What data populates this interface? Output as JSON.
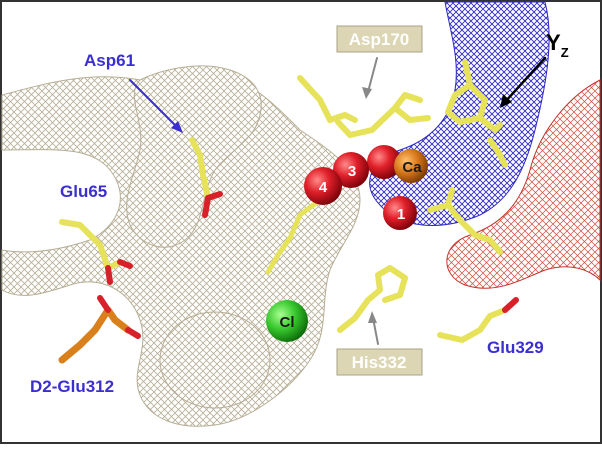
{
  "labels": {
    "asp61": "Asp61",
    "glu65": "Glu65",
    "d2_glu312": "D2-Glu312",
    "asp170": "Asp170",
    "yz_main": "Y",
    "yz_sub": "Z",
    "his332": "His332",
    "glu329": "Glu329"
  },
  "atoms": {
    "o4": "4",
    "o3": "3",
    "o1": "1",
    "ca": "Ca",
    "cl": "Cl"
  },
  "colors": {
    "label_blue": "#3b2fd0",
    "label_box": "#dcd6b4",
    "stick_yellow": "#e6e25a",
    "stick_orange": "#d9801c",
    "oxygen_red": "#d8202a",
    "mesh_gray": "#b8ae96",
    "mesh_blue": "#2d28c8",
    "mesh_red": "#c8322a",
    "chloride_green": "#37c82e",
    "calcium_orange": "#d97a1e"
  }
}
